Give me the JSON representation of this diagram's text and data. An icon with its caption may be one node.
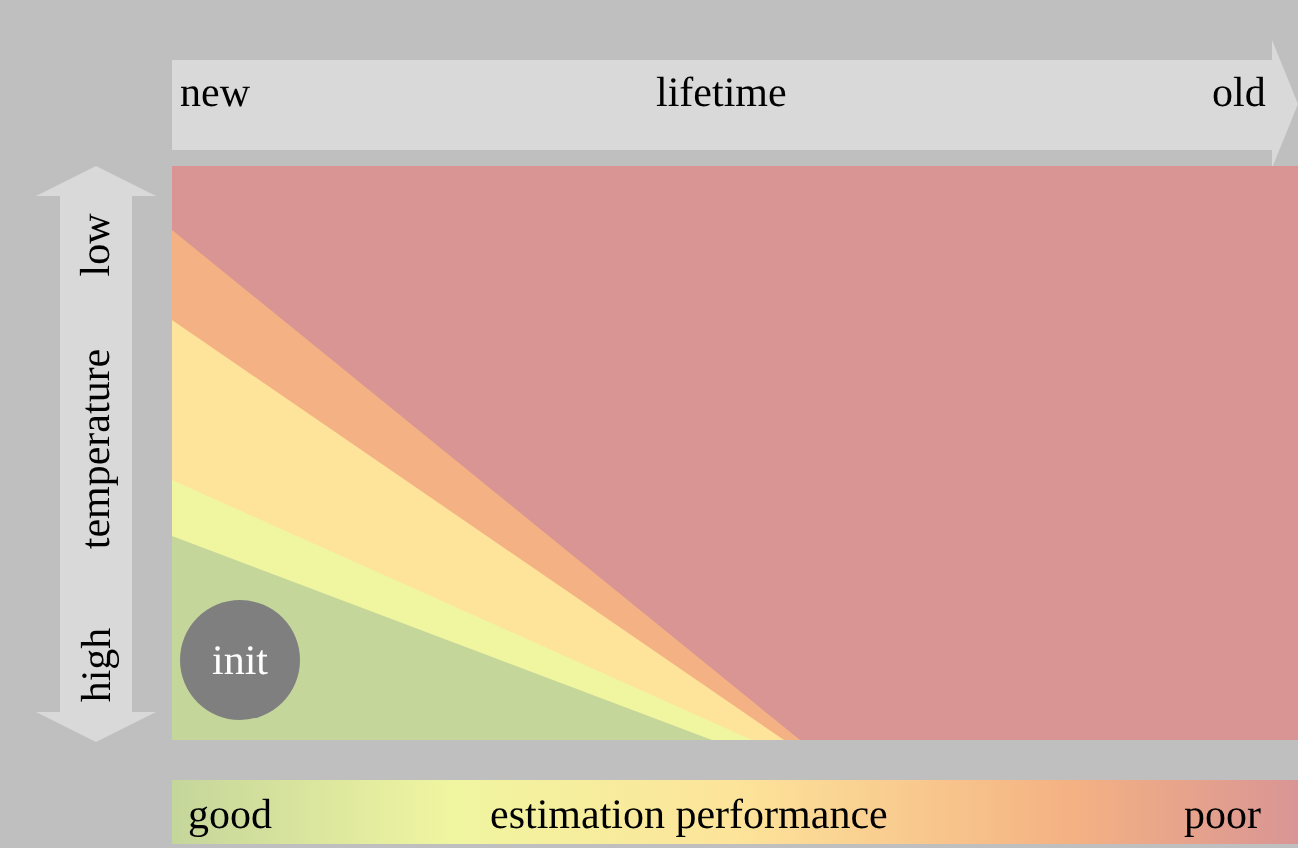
{
  "diagram": {
    "nodes": [
      {
        "text": [
          "init"
        ]
      }
    ],
    "labels": [
      "new",
      "lifetime",
      "old",
      "low",
      "temperature",
      "high",
      "good",
      "estimation performance",
      "poor"
    ]
  }
}
